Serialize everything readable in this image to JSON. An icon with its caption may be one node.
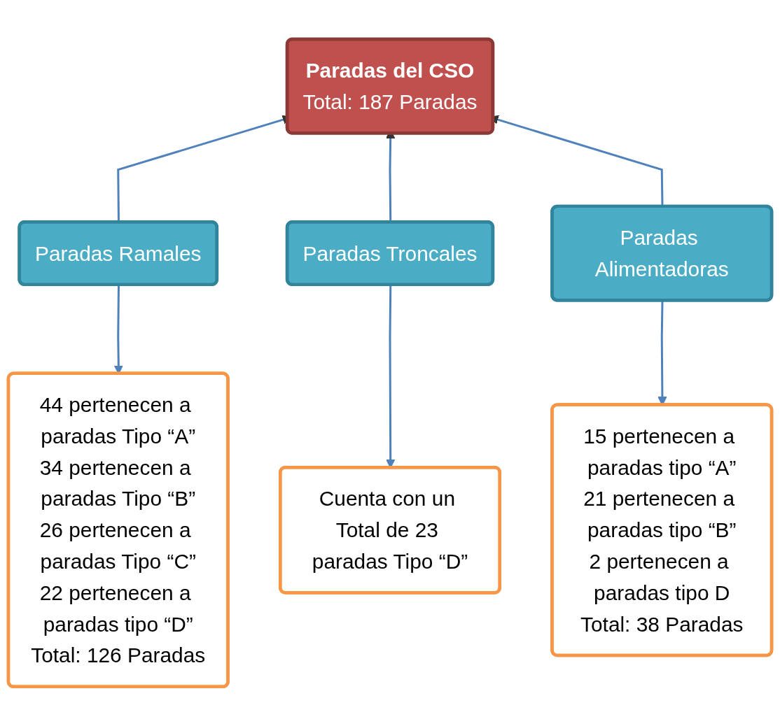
{
  "diagram": {
    "nodes": [
      {
        "text": [
          "Paradas del CSO",
          "Total: 187 Paradas"
        ]
      },
      {
        "text": [
          "Paradas Ramales"
        ]
      },
      {
        "text": [
          "Paradas Troncales"
        ]
      },
      {
        "text": [
          "Paradas Alimentadoras"
        ]
      },
      {
        "text": [
          "44 pertenecen a paradas Tipo “A”",
          "34 pertenecen a paradas Tipo “B”",
          "26 pertenecen a paradas Tipo “C”",
          "22 pertenecen a paradas tipo “D”",
          "Total: 126 Paradas"
        ]
      },
      {
        "text": [
          "Cuenta con un Total de 23 paradas Tipo “D”"
        ]
      },
      {
        "text": [
          "15 pertenecen a paradas tipo “A”",
          "21 pertenecen a paradas tipo “B”",
          "2 pertenecen a paradas tipo D",
          "Total: 38 Paradas"
        ]
      }
    ],
    "edges": [
      {
        "from": 1,
        "to": 0,
        "arrow": "to"
      },
      {
        "from": 2,
        "to": 0,
        "arrow": "to"
      },
      {
        "from": 3,
        "to": 0,
        "arrow": "to"
      },
      {
        "from": 1,
        "to": 4,
        "arrow": "to"
      },
      {
        "from": 2,
        "to": 5,
        "arrow": "to"
      },
      {
        "from": 3,
        "to": 6,
        "arrow": "to"
      }
    ]
  }
}
